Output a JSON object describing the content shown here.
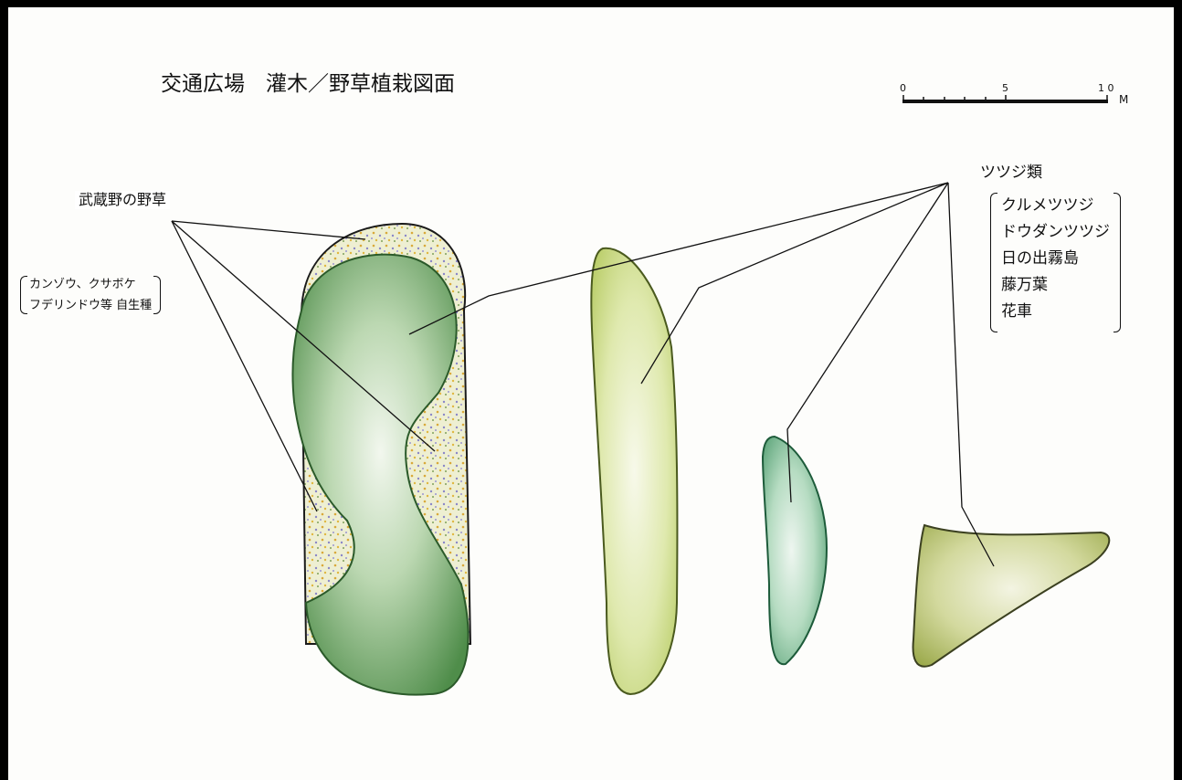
{
  "title": "交通広場　灌木／野草植栽図面",
  "labels": {
    "wild_grass": "武蔵野の野草",
    "wild_grass_species": [
      "カンゾウ、クサボケ",
      "フデリンドウ等 自生種"
    ],
    "tsutsuji_heading": "ツツジ類",
    "tsutsuji_species": [
      "クルメツツジ",
      "ドウダンツツジ",
      "日の出霧島",
      "藤万葉",
      "花車"
    ]
  },
  "scale_bar": {
    "ticks": [
      "0",
      "5",
      "1 0"
    ],
    "unit": "M"
  },
  "colors": {
    "dark_green": "#4f8d4a",
    "light_green": "#d6e39a",
    "teal_green": "#6bb48e",
    "olive": "#c7cf83",
    "wildflower": "#e7e6c2"
  }
}
